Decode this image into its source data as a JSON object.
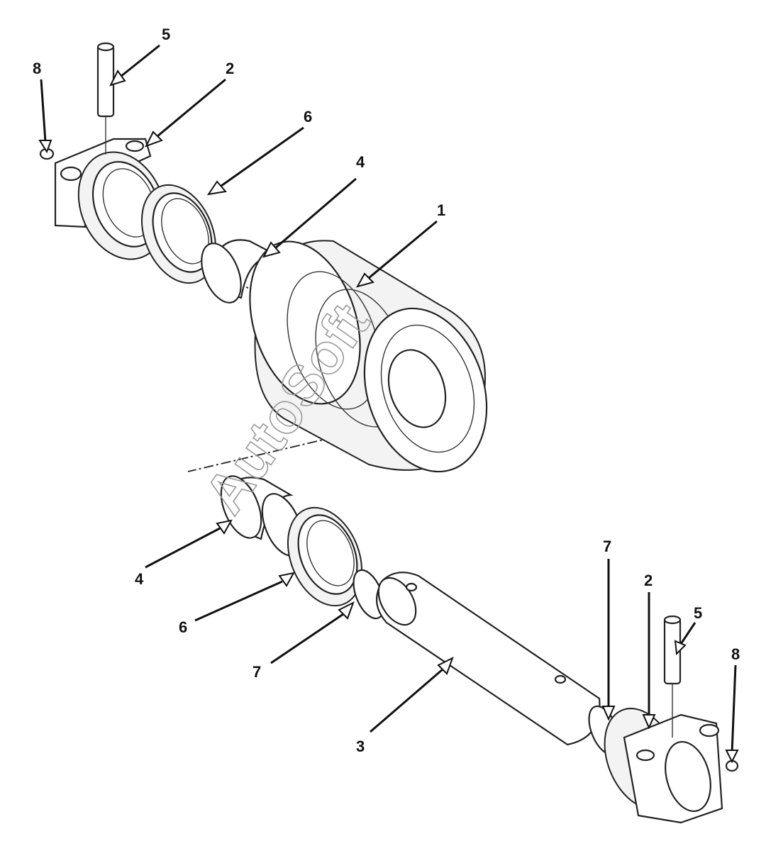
{
  "diagram": {
    "watermark": "AutoSoft",
    "callouts": [
      {
        "id": "c8-top",
        "label": "8"
      },
      {
        "id": "c5-top",
        "label": "5"
      },
      {
        "id": "c2-top",
        "label": "2"
      },
      {
        "id": "c6-top",
        "label": "6"
      },
      {
        "id": "c4-top",
        "label": "4"
      },
      {
        "id": "c1",
        "label": "1"
      },
      {
        "id": "c4-bottom",
        "label": "4"
      },
      {
        "id": "c6-bottom",
        "label": "6"
      },
      {
        "id": "c7-left",
        "label": "7"
      },
      {
        "id": "c3",
        "label": "3"
      },
      {
        "id": "c7-right",
        "label": "7"
      },
      {
        "id": "c2-bottom",
        "label": "2"
      },
      {
        "id": "c5-bottom",
        "label": "5"
      },
      {
        "id": "c8-bottom",
        "label": "8"
      }
    ]
  }
}
